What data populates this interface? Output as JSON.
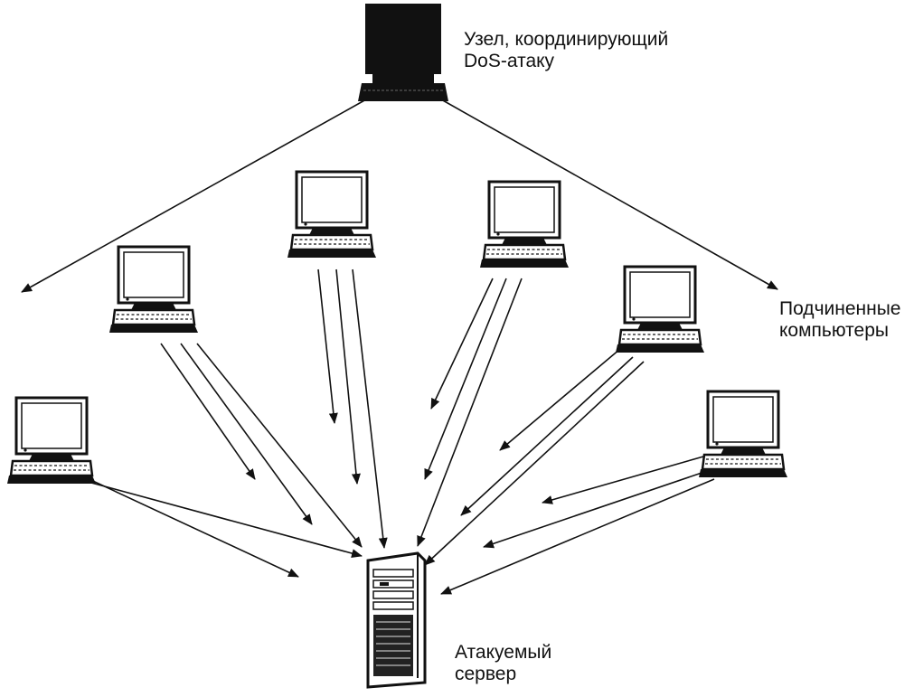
{
  "labels": {
    "coordinator_line1": "Узел, координирующий",
    "coordinator_line2": "DoS-атаку",
    "slaves_line1": "Подчиненные",
    "slaves_line2": "компьютеры",
    "target_line1": "Атакуемый",
    "target_line2": "сервер"
  },
  "colors": {
    "ink": "#111111",
    "screen": "#ffffff",
    "background": "#ffffff"
  }
}
